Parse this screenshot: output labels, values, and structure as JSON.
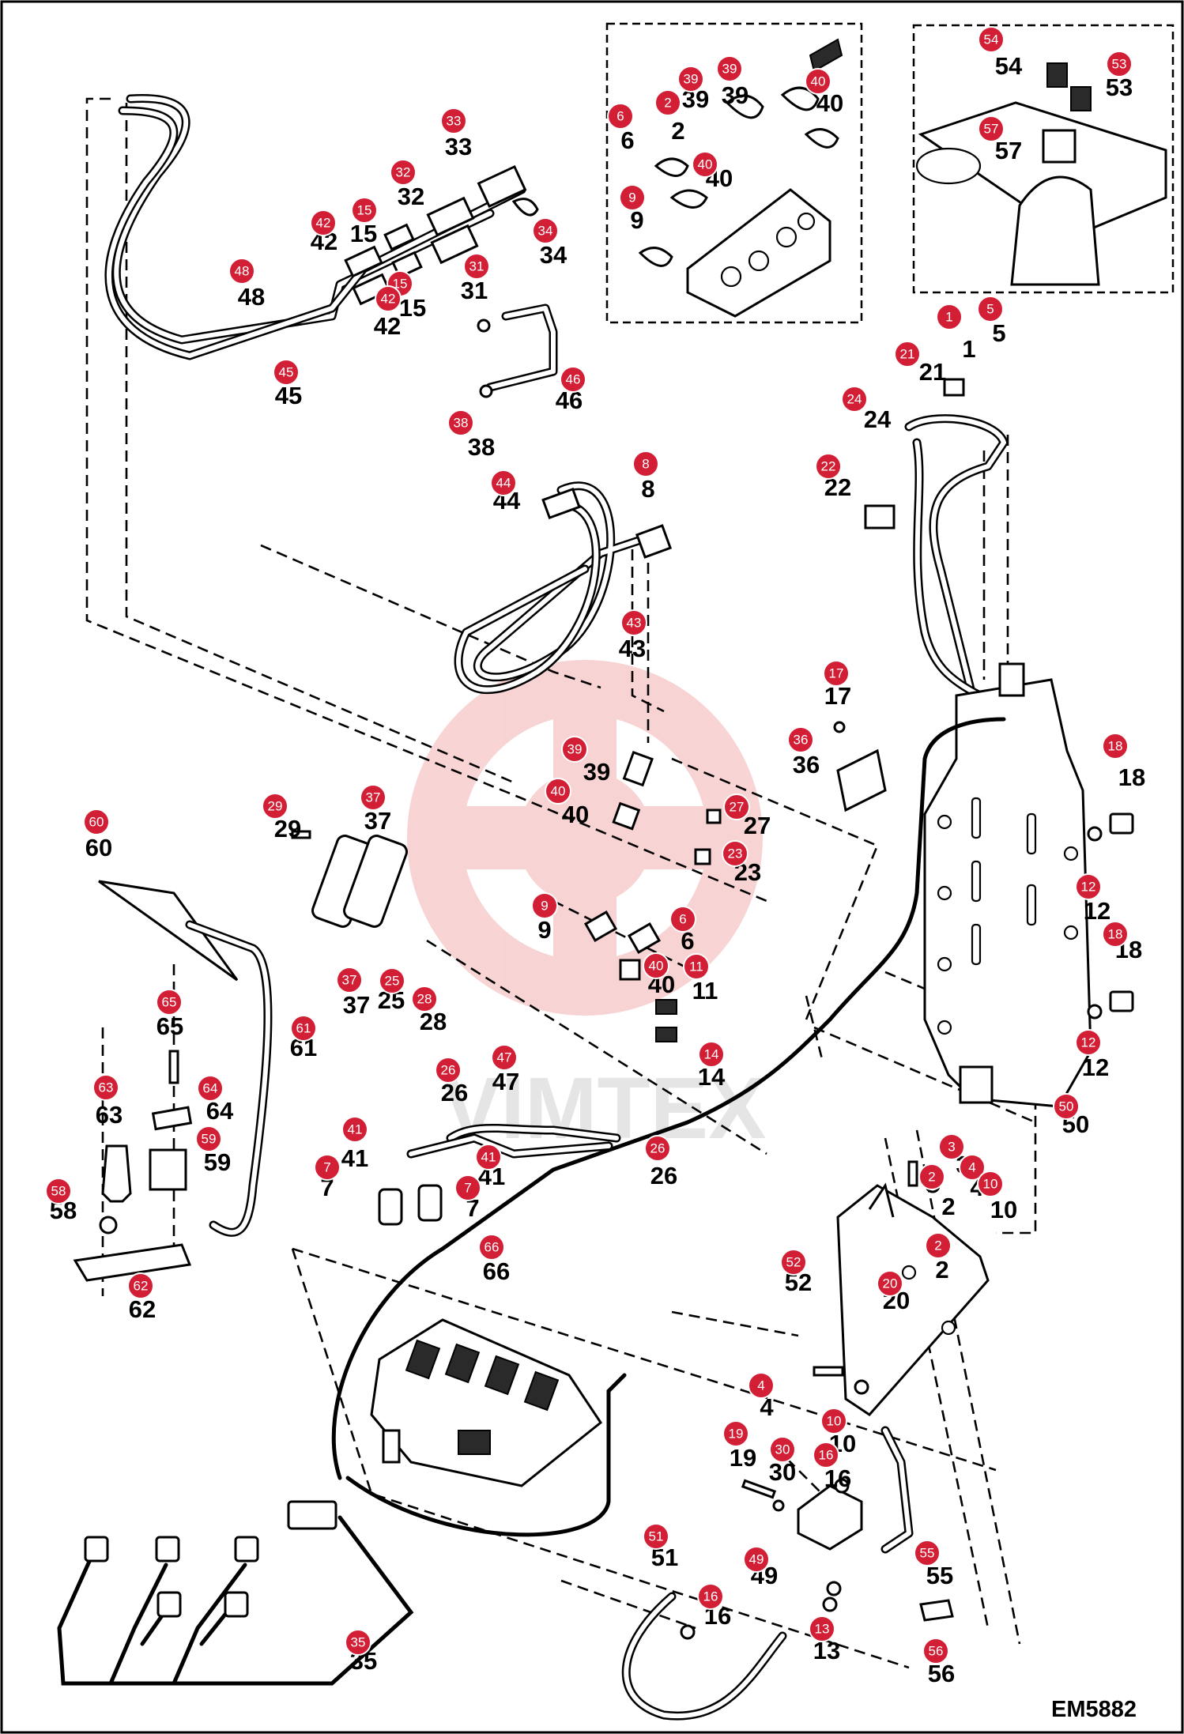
{
  "diagram_code": "EM5882",
  "watermark": "VIMTEX",
  "callouts": [
    {
      "badge": "1",
      "label": "1"
    },
    {
      "badge": "5",
      "label": "5"
    },
    {
      "badge": "21",
      "label": "21"
    },
    {
      "badge": "24",
      "label": "24"
    },
    {
      "badge": "22",
      "label": "22"
    },
    {
      "badge": "54",
      "label": "54"
    },
    {
      "badge": "53",
      "label": "53"
    },
    {
      "badge": "57",
      "label": "57"
    },
    {
      "badge": "6",
      "label": "6"
    },
    {
      "badge": "2",
      "label": "2"
    },
    {
      "badge": "39",
      "label": "39"
    },
    {
      "badge": "39",
      "label": "39"
    },
    {
      "badge": "40",
      "label": "40"
    },
    {
      "badge": "40",
      "label": "40"
    },
    {
      "badge": "9",
      "label": "9"
    },
    {
      "badge": "33",
      "label": "33"
    },
    {
      "badge": "32",
      "label": "32"
    },
    {
      "badge": "15",
      "label": "15"
    },
    {
      "badge": "42",
      "label": "42"
    },
    {
      "badge": "34",
      "label": "34"
    },
    {
      "badge": "48",
      "label": "48"
    },
    {
      "badge": "15",
      "label": "15"
    },
    {
      "badge": "31",
      "label": "31"
    },
    {
      "badge": "42",
      "label": "42"
    },
    {
      "badge": "45",
      "label": "45"
    },
    {
      "badge": "46",
      "label": "46"
    },
    {
      "badge": "38",
      "label": "38"
    },
    {
      "badge": "44",
      "label": "44"
    },
    {
      "badge": "8",
      "label": "8"
    },
    {
      "badge": "43",
      "label": "43"
    },
    {
      "badge": "17",
      "label": "17"
    },
    {
      "badge": "36",
      "label": "36"
    },
    {
      "badge": "18",
      "label": "18"
    },
    {
      "badge": "39",
      "label": "39"
    },
    {
      "badge": "40",
      "label": "40"
    },
    {
      "badge": "27",
      "label": "27"
    },
    {
      "badge": "23",
      "label": "23"
    },
    {
      "badge": "29",
      "label": "29"
    },
    {
      "badge": "37",
      "label": "37"
    },
    {
      "badge": "60",
      "label": "60"
    },
    {
      "badge": "12",
      "label": "12"
    },
    {
      "badge": "18",
      "label": "18"
    },
    {
      "badge": "9",
      "label": "9"
    },
    {
      "badge": "6",
      "label": "6"
    },
    {
      "badge": "40",
      "label": "40"
    },
    {
      "badge": "11",
      "label": "11"
    },
    {
      "badge": "37",
      "label": "37"
    },
    {
      "badge": "25",
      "label": "25"
    },
    {
      "badge": "28",
      "label": "28"
    },
    {
      "badge": "14",
      "label": "14"
    },
    {
      "badge": "12",
      "label": "12"
    },
    {
      "badge": "65",
      "label": "65"
    },
    {
      "badge": "61",
      "label": "61"
    },
    {
      "badge": "47",
      "label": "47"
    },
    {
      "badge": "26",
      "label": "26"
    },
    {
      "badge": "50",
      "label": "50"
    },
    {
      "badge": "63",
      "label": "63"
    },
    {
      "badge": "64",
      "label": "64"
    },
    {
      "badge": "41",
      "label": "41"
    },
    {
      "badge": "59",
      "label": "59"
    },
    {
      "badge": "3",
      "label": "3"
    },
    {
      "badge": "26",
      "label": "26"
    },
    {
      "badge": "41",
      "label": "41"
    },
    {
      "badge": "4",
      "label": "4"
    },
    {
      "badge": "2",
      "label": "2"
    },
    {
      "badge": "10",
      "label": "10"
    },
    {
      "badge": "7",
      "label": "7"
    },
    {
      "badge": "7",
      "label": "7"
    },
    {
      "badge": "58",
      "label": "58"
    },
    {
      "badge": "2",
      "label": "2"
    },
    {
      "badge": "66",
      "label": "66"
    },
    {
      "badge": "52",
      "label": "52"
    },
    {
      "badge": "20",
      "label": "20"
    },
    {
      "badge": "62",
      "label": "62"
    },
    {
      "badge": "4",
      "label": "4"
    },
    {
      "badge": "10",
      "label": "10"
    },
    {
      "badge": "19",
      "label": "19"
    },
    {
      "badge": "30",
      "label": "30"
    },
    {
      "badge": "16",
      "label": "16"
    },
    {
      "badge": "51",
      "label": "51"
    },
    {
      "badge": "49",
      "label": "49"
    },
    {
      "badge": "55",
      "label": "55"
    },
    {
      "badge": "16",
      "label": "16"
    },
    {
      "badge": "13",
      "label": "13"
    },
    {
      "badge": "35",
      "label": "35"
    },
    {
      "badge": "56",
      "label": "56"
    }
  ]
}
